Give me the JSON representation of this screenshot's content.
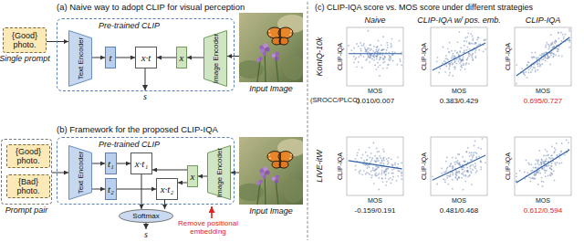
{
  "diagram": {
    "nodes": [
      {
        "text": [
          "{Good} photo.",
          "Single prompt"
        ]
      },
      {
        "text": [
          "Pre-trained CLIP"
        ]
      },
      {
        "text": [
          "Text Encoder"
        ],
        "in": 1
      },
      {
        "text": [
          "t"
        ],
        "in": 1
      },
      {
        "text": [
          "x·t"
        ],
        "in": 1
      },
      {
        "text": [
          "x"
        ],
        "in": 1
      },
      {
        "text": [
          "Image Encoder"
        ],
        "in": 1
      },
      {
        "text": [
          "Input Image"
        ]
      },
      {
        "text": [
          "Prompt pair"
        ]
      },
      {
        "text": [
          "{Good} photo."
        ],
        "in": 8
      },
      {
        "text": [
          "{Bad} photo."
        ],
        "in": 8
      },
      {
        "text": [
          "Pre-trained CLIP"
        ]
      },
      {
        "text": [
          "Text Encoder"
        ],
        "in": 11
      },
      {
        "text": [
          "t₁"
        ],
        "in": 11
      },
      {
        "text": [
          "t₂"
        ],
        "in": 11
      },
      {
        "text": [
          "x·t₁"
        ],
        "in": 11
      },
      {
        "text": [
          "x·t₂"
        ],
        "in": 11
      },
      {
        "text": [
          "x"
        ],
        "in": 11
      },
      {
        "text": [
          "Image Encoder"
        ],
        "in": 11
      },
      {
        "text": [
          "Softmax"
        ]
      },
      {
        "text": [
          "Input Image"
        ]
      }
    ],
    "edges": [
      {
        "from": 0,
        "to": 2,
        "arrow": "to"
      },
      {
        "from": 2,
        "to": 3,
        "arrow": "to"
      },
      {
        "from": 3,
        "to": 4,
        "arrow": "to"
      },
      {
        "from": 5,
        "to": 4,
        "arrow": "to"
      },
      {
        "from": 6,
        "to": 5,
        "arrow": "to"
      },
      {
        "from": 7,
        "to": 6,
        "arrow": "to"
      },
      {
        "from": 8,
        "to": 12,
        "arrow": "to"
      },
      {
        "from": 12,
        "to": 13,
        "arrow": "to"
      },
      {
        "from": 12,
        "to": 14,
        "arrow": "to"
      },
      {
        "from": 13,
        "to": 15,
        "arrow": "to"
      },
      {
        "from": 14,
        "to": 16,
        "arrow": "to"
      },
      {
        "from": 17,
        "to": 15,
        "arrow": "to"
      },
      {
        "from": 17,
        "to": 16,
        "arrow": "to"
      },
      {
        "from": 18,
        "to": 17,
        "arrow": "to"
      },
      {
        "from": 20,
        "to": 18,
        "arrow": "to"
      },
      {
        "from": 15,
        "to": 19,
        "arrow": "to"
      },
      {
        "from": 16,
        "to": 19,
        "arrow": "to"
      }
    ],
    "labels": [
      "(a) Naive way to adopt CLIP for visual perception",
      "s",
      "(b) Framework for the proposed CLIP-IQA",
      "Remove positional embedding",
      "s",
      "(c) CLIP-IQA score vs. MOS score under different strategies",
      "Naive",
      "CLIP-IQA w/ pos. emb.",
      "CLIP-IQA",
      "KonIQ-10k",
      "CLIP-IQA",
      "CLIP-IQA",
      "CLIP-IQA",
      "MOS",
      "MOS",
      "MOS",
      "(SROCC/PLCC)",
      "0.010/0.007",
      "0.383/0.429",
      "0.695/0.727",
      "LIVE-itW",
      "CLIP-IQA",
      "CLIP-IQA",
      "CLIP-IQA",
      "MOS",
      "MOS",
      "MOS",
      "-0.159/0.191",
      "0.481/0.468",
      "0.612/0.594"
    ]
  }
}
